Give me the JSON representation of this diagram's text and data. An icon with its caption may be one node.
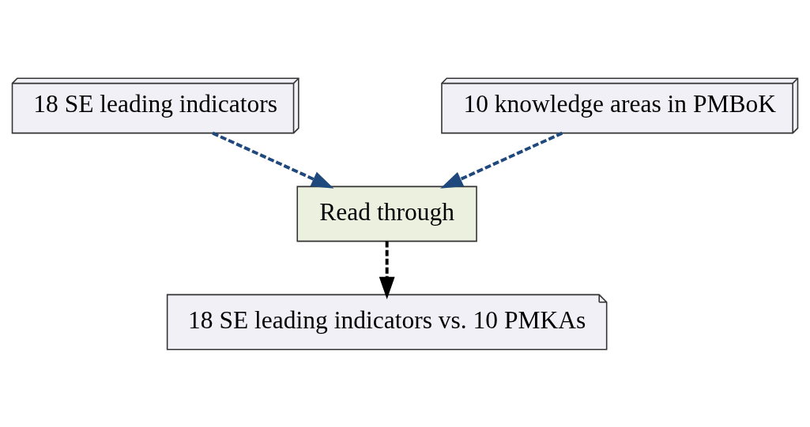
{
  "diagram": {
    "nodes": [
      {
        "text": [
          "18 SE leading indicators"
        ]
      },
      {
        "text": [
          "10 knowledge areas in PMBoK"
        ]
      },
      {
        "text": [
          "Read through"
        ]
      },
      {
        "text": [
          "18 SE leading indicators vs. 10 PMKAs"
        ]
      }
    ],
    "edges": [
      {
        "from": 0,
        "to": 2,
        "arrow": "to",
        "style": "dashed"
      },
      {
        "from": 1,
        "to": 2,
        "arrow": "to",
        "style": "dashed"
      },
      {
        "from": 2,
        "to": 3,
        "arrow": "to",
        "style": "dashed",
        "color": "#000000"
      }
    ]
  }
}
